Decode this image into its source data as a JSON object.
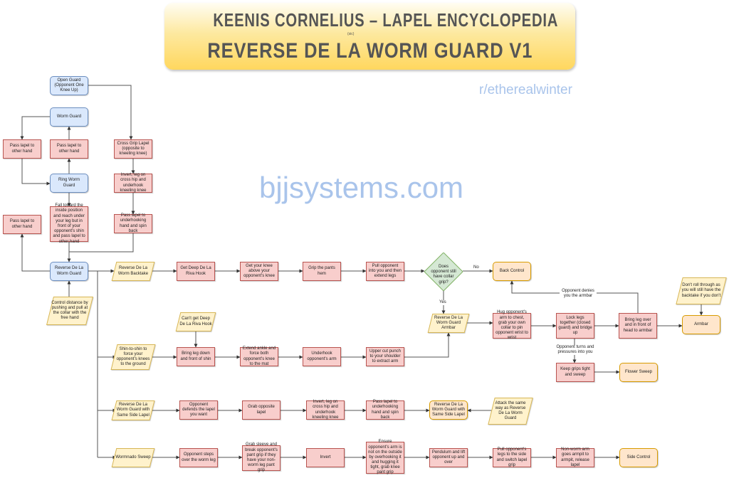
{
  "header": {
    "title_line1": "KEENIS CORNELIUS – LAPEL ENCYCLOPEDIA",
    "sic_note": "(sic)",
    "title_line2": "REVERSE DE LA WORM GUARD V1",
    "credit": "r/etherealwinter",
    "watermark": "bjjsystems.com"
  },
  "colors": {
    "position_fill": "#dae8fc",
    "step_fill": "#f8cecc",
    "note_fill": "#fff2cc",
    "outcome_fill": "#ffe6cc",
    "decision_fill": "#d5e8d4",
    "watermark": "#a9c4eb"
  },
  "nodes": {
    "open_guard": "Open Guard (Opponent One Knee Up)",
    "worm_guard": "Worm Guard",
    "pass_lapel_left_1": "Pass lapel to other hand",
    "pass_lapel_mid": "Pass lapel to other hand",
    "cross_grip": "Cross Grip Lapel (opposite to kneeling knee)",
    "ring_worm": "Ring Worm Guard",
    "invert_cross_1": "Invert, leg on cross hip and underhook kneeling knee",
    "fall_toward": "Fall toward the inside position and reach under your leg but in front of your opponent's shin and pass lapel to other hand",
    "pass_lapel_left_2": "Pass lapel to other hand",
    "pass_lapel_under_1": "Pass lapel to underhooking hand and spin back",
    "rdlw_guard": "Reverse De La Worm Guard",
    "control_distance": "Control distance by pushing and pull at the collar with the free hand",
    "rdlw_backtake": "Reverse De La Worm Backtake",
    "get_deep": "Get Deep De La Riva Hook",
    "knee_above": "Get your knee above your opponent's knee",
    "grip_pants": "Grip the pants hem",
    "pull_opponent": "Pull opponent into you and then extend legs",
    "collar_decision": "Does opponent still have collar grip?",
    "back_control": "Back Control",
    "rdlw_armbar": "Reverse De La Worm Guard Armbar",
    "hug_arm": "Hug opponent's arm to chest, grab your own collar to pin opponent wrist to wrist",
    "lock_legs": "Lock legs together (closed guard) and bridge up",
    "bring_leg_over": "Bring leg over and in front of head to armbar",
    "armbar": "Armbar",
    "dont_roll": "Don't roll through as you will still have the backtake if you don't",
    "keep_grips": "Keep grips tight and sweep",
    "flower_sweep": "Flower Sweep",
    "cant_get_deep": "Can't get Deep De La Riva Hook",
    "shin_to_shin": "Shin-to-shin to force your opponent's knees to the ground",
    "bring_leg_down": "Bring leg down and front of shin",
    "extend_ankle": "Extend ankle and force both opponent's knee to the mat",
    "underhook_arm": "Underhook opponent's arm",
    "upper_cut": "Upper cut punch to your shoulder to extract arm",
    "same_side_lapel": "Reverse De La Worm Guard with Same Side Lapel",
    "opp_defends": "Opponent defends the lapel you want",
    "grab_opposite": "Grab opposite lapel",
    "invert_cross_2": "Invert, leg on cross hip and underhook kneeling knee",
    "pass_lapel_under_2": "Pass lapel to underhooking hand and spin back",
    "rdlw_same_side": "Reverse De La Worm Guard with Same Side Lapel",
    "attack_same": "Attack the same way as Reverse De La Worm Guard",
    "wormnado": "Wormnado Sweep",
    "opp_steps": "Opponent steps over the worm leg",
    "grab_sleeve": "Grab sleeve and break opponent's pant grip if they have your non-worm leg pant grip",
    "invert_plain": "Invert",
    "ensure_arm": "Ensure opponent's arm is not on the outside by overhooking it and hugging it tight, grab knee pant grip",
    "pendulum": "Pendulum and lift opponent up and over",
    "pull_legs": "Pull opponent's legs to the side and switch lapel grip",
    "non_worm_arm": "Non-worm arm goes armpit to armpit, release lapel",
    "side_control": "Side Control"
  },
  "edge_labels": {
    "no": "No",
    "yes": "Yes",
    "opponent_denies": "Opponent denies you the armbar",
    "opponent_turns": "Opponent turns and pressures into you"
  }
}
